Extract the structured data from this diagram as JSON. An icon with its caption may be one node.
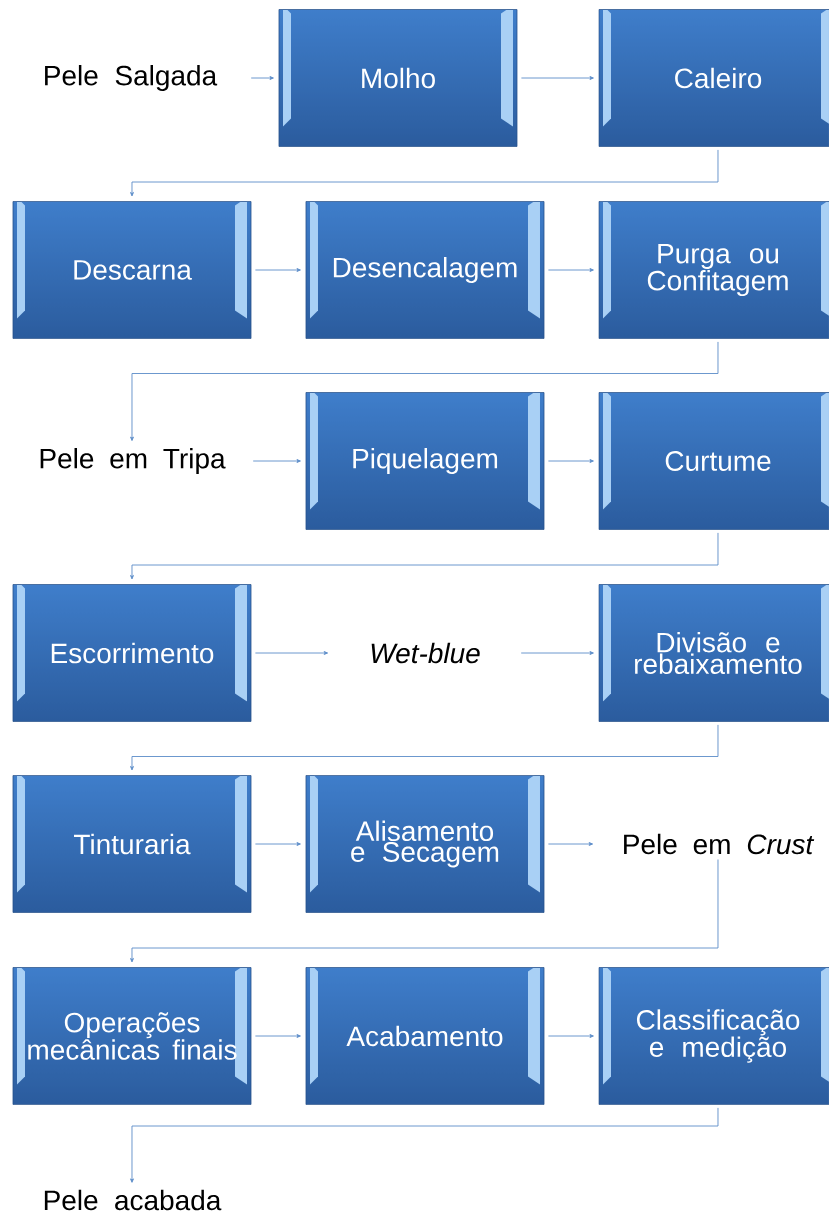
{
  "diagram": {
    "nodes": [
      {
        "text": [
          "Pele Salgada"
        ]
      },
      {
        "text": [
          "Molho"
        ]
      },
      {
        "text": [
          "Caleiro"
        ]
      },
      {
        "text": [
          "Descarna"
        ]
      },
      {
        "text": [
          "Desencalagem"
        ]
      },
      {
        "text": [
          "Purga ou Confitagem"
        ]
      },
      {
        "text": [
          "Pele em Tripa"
        ]
      },
      {
        "text": [
          "Piquelagem"
        ]
      },
      {
        "text": [
          "Curtume"
        ]
      },
      {
        "text": [
          "Escorrimento"
        ]
      },
      {
        "text": [
          "*Wet-blue*"
        ]
      },
      {
        "text": [
          "Divisão e rebaixamento"
        ]
      },
      {
        "text": [
          "Tinturaria"
        ]
      },
      {
        "text": [
          "Alisamento e Secagem"
        ]
      },
      {
        "text": [
          "Pele em *Crust*"
        ]
      },
      {
        "text": [
          "Operações mecânicas finais"
        ]
      },
      {
        "text": [
          "Acabamento"
        ]
      },
      {
        "text": [
          "Classificação e medição"
        ]
      },
      {
        "text": [
          "Pele acabada"
        ]
      }
    ],
    "edges": [
      {
        "from": 0,
        "to": 1,
        "arrow": "to"
      },
      {
        "from": 1,
        "to": 2,
        "arrow": "to"
      },
      {
        "from": 2,
        "to": 3,
        "arrow": "to"
      },
      {
        "from": 3,
        "to": 4,
        "arrow": "to"
      },
      {
        "from": 4,
        "to": 5,
        "arrow": "to"
      },
      {
        "from": 5,
        "to": 6,
        "arrow": "to"
      },
      {
        "from": 6,
        "to": 7,
        "arrow": "to"
      },
      {
        "from": 7,
        "to": 8,
        "arrow": "to"
      },
      {
        "from": 8,
        "to": 9,
        "arrow": "to"
      },
      {
        "from": 9,
        "to": 10,
        "arrow": "to"
      },
      {
        "from": 10,
        "to": 11,
        "arrow": "to"
      },
      {
        "from": 11,
        "to": 12,
        "arrow": "to"
      },
      {
        "from": 12,
        "to": 13,
        "arrow": "to"
      },
      {
        "from": 13,
        "to": 14,
        "arrow": "to"
      },
      {
        "from": 14,
        "to": 15,
        "arrow": "to"
      },
      {
        "from": 15,
        "to": 16,
        "arrow": "to"
      },
      {
        "from": 16,
        "to": 17,
        "arrow": "to"
      },
      {
        "from": 17,
        "to": 18,
        "arrow": "to"
      }
    ]
  }
}
